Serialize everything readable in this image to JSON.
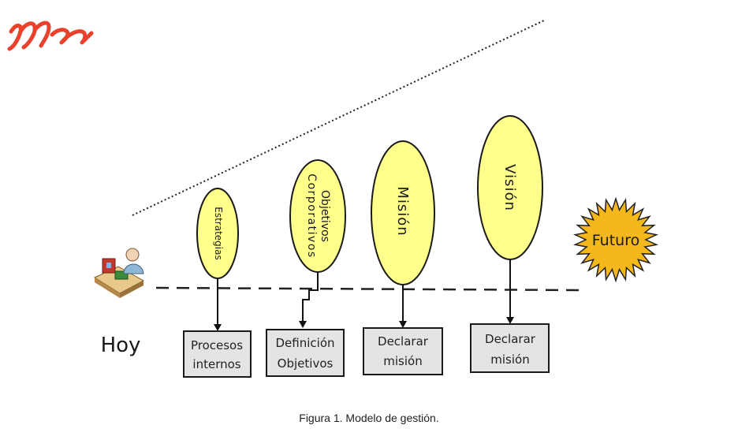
{
  "diagram": {
    "today_label": "Hoy",
    "future_label": "Futuro",
    "ellipses": [
      {
        "lines": [
          "Estrategias"
        ]
      },
      {
        "lines": [
          "Objetivos",
          "Corporativos"
        ]
      },
      {
        "lines": [
          "Misión"
        ]
      },
      {
        "lines": [
          "Visión"
        ]
      }
    ],
    "boxes": [
      {
        "lines": [
          "Procesos",
          "internos"
        ]
      },
      {
        "lines": [
          "Definición",
          "Objetivos"
        ]
      },
      {
        "lines": [
          "Declarar",
          "misión"
        ]
      },
      {
        "lines": [
          "Declarar",
          "misión"
        ]
      }
    ],
    "colors": {
      "ellipse_fill": "#ffff8c",
      "box_fill": "#e4e4e4",
      "sun_fill": "#f5b81c",
      "logo": "#e8412c"
    },
    "icons": [
      "logo-mark",
      "person-at-desk-icon",
      "sun-icon"
    ]
  },
  "caption": "Figura 1. Modelo de gestión."
}
